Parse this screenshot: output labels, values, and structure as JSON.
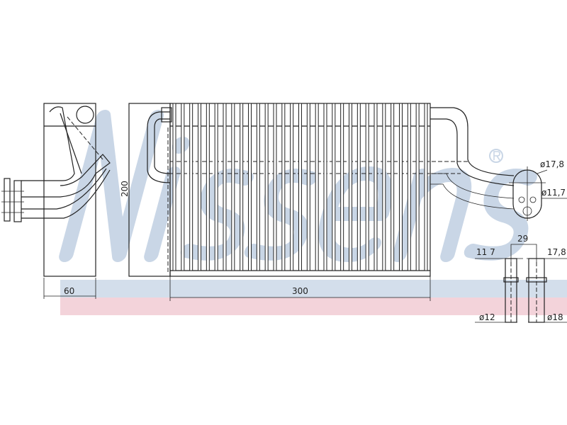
{
  "watermark": {
    "brand": "Nissens",
    "registered": "®",
    "color_blue": "#c9d6e6",
    "color_red": "#f3d3da"
  },
  "dimensions": {
    "depth": "60",
    "height": "200",
    "width": "300",
    "pipe_large_dia_top": "ø17,8",
    "pipe_small_dia_top": "ø11,7",
    "pipe_spacing": "29",
    "pipe_small_inner": "11 7",
    "pipe_large_inner": "17,8",
    "pipe_small_outer": "ø12",
    "pipe_large_outer": "ø18"
  },
  "core": {
    "tube_count": 31
  }
}
